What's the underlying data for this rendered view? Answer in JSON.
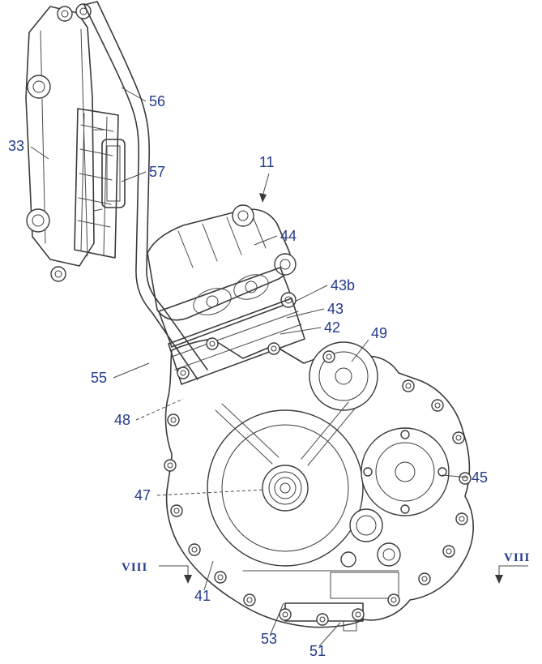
{
  "figure": {
    "type": "patent-technical-drawing",
    "background_color": "#ffffff",
    "line_color": "#3a3a3a",
    "label_color": "#233a8c",
    "labels": [
      {
        "text": "56"
      },
      {
        "text": "33"
      },
      {
        "text": "57"
      },
      {
        "text": "11"
      },
      {
        "text": "44"
      },
      {
        "text": "43b"
      },
      {
        "text": "43"
      },
      {
        "text": "42"
      },
      {
        "text": "49"
      },
      {
        "text": "55"
      },
      {
        "text": "48"
      },
      {
        "text": "47"
      },
      {
        "text": "45"
      },
      {
        "text": "41"
      },
      {
        "text": "53"
      },
      {
        "text": "51"
      }
    ],
    "section_markers": [
      {
        "text": "VIII",
        "side": "left"
      },
      {
        "text": "VIII",
        "side": "right"
      }
    ]
  }
}
